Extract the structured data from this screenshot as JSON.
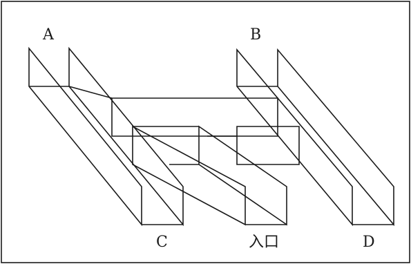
{
  "labels": {
    "a": "A",
    "b": "B",
    "c": "C",
    "entrance": "入口",
    "d": "D"
  },
  "stroke_color": "#1a1a1a"
}
